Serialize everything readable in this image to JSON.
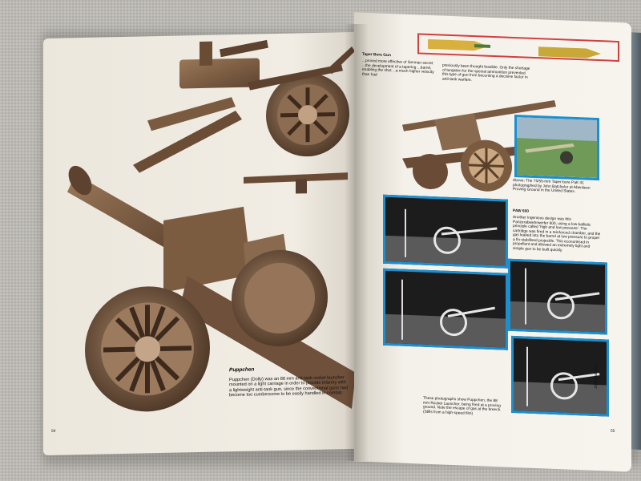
{
  "book": {
    "left_page_number": "54",
    "right_page_number": "55",
    "puppchen_title": "Puppchen",
    "puppchen_caption": "Puppchen (Dolly) was an 88 mm anti-tank rocket launcher mounted on a light carriage in order to provide infantry with a lightweight anti-tank gun, since the conventional guns had become too cumbersome to be easily handled in combat.",
    "top_text_left": "...proved more effective of German secret ...the development of a tapering ...barrel, enabling the shot ...a much higher velocity than had",
    "top_text_right": "previously been thought feasible. Only the shortage of tungsten for the special ammunition prevented this type of gun from becoming a decisive factor in anti-tank warfare.",
    "photo_caption": "Above: The 75/55-mm Taper-bore PaK 41 photographed by John Batchelor at Aberdeen Proving Ground in the United States.",
    "paw_title": "PAW 600",
    "paw_text": "Another ingenious design was this Panzerabwehrwerfer 600, using a low ballistic principle called 'high and low pressure'. The cartridge was fired in a reinforced chamber, and the gas leaked into the barrel at low pressure to propel a fin-stabilised projectile. This economised in propellant and allowed an extremely light and simple gun to be built quickly.",
    "photo_series_caption": "These photographs show Puppchen, the 88 mm Rocket Launcher, being fired at a proving ground. Note the escape of gas at the breech. (Stills from a high-speed film)",
    "artist_credit": "John Batchelor",
    "section_label": "Taper Bore Gun"
  },
  "colors": {
    "accent_blue": "#1b8fd0",
    "gun_brown": "#7a5a3e",
    "page": "#f2eee6"
  }
}
